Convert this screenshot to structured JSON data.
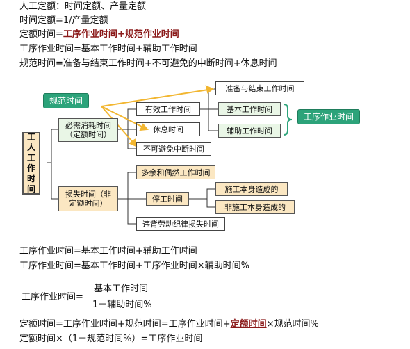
{
  "lines": {
    "l1": "人工定额：时间定额、产量定额",
    "l2": "时间定额=1/产量定额",
    "l3a": "定额时间=",
    "l3b": "工序作业时间+规范作业时间",
    "l4": "工序作业时间=基本工作时间+辅助工作时间",
    "l5": "规范时间=准备与结束工作时间+不可避免的中断时间+休息时间",
    "l6": "工序作业时间=基本工作时间+辅助工作时间",
    "l7": "工序作业时间=基本工作时间+工序作业时间×辅助时间%",
    "frac_left": "工序作业时间=",
    "frac_num": "基本工作时间",
    "frac_den": "1－辅助时间%",
    "l8a": "定额时间=工序作业时间+规范时间=工序作业时间+",
    "l8b": "定额时间",
    "l8c": "×规范时间%",
    "l9": "定额时间×（1－规范时间%）=工序作业时间"
  },
  "diagram": {
    "root": "工\n人\n工\n作\n时\n间",
    "necessary": "必需消耗时间\n（定额时间）",
    "loss": "损失时间（非\n定额时间）",
    "effective": "有效工作时间",
    "rest": "休息时间",
    "unavoidable": "不可避免中断时间",
    "prep": "准备与结束工作时间",
    "basic": "基本工作时间",
    "aux": "辅助工作时间",
    "excess": "多余和偶然工作时间",
    "stop": "停工时间",
    "stop_self": "施工本身造成的",
    "stop_other": "非施工本身造成的",
    "violation": "违背劳动纪律损失时间",
    "norm_tag": "规范时间",
    "process_tag": "工序作业时间"
  },
  "colors": {
    "highlight": "#8b1a1a",
    "tag": "#2ca37a",
    "arrow": "#f2b630",
    "green": "#e9f6e6",
    "orange": "#fbe7c2"
  }
}
